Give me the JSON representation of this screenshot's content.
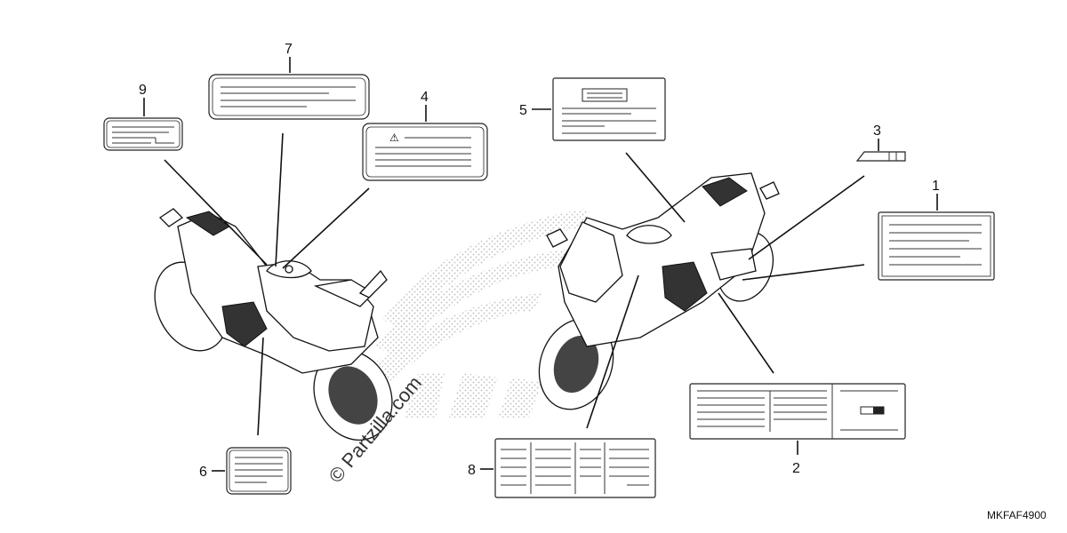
{
  "diagram": {
    "callouts": [
      "1",
      "2",
      "3",
      "4",
      "5",
      "6",
      "7",
      "8",
      "9"
    ],
    "diagram_code": "MKFAF4900",
    "watermark": "© Partzilla.com",
    "warning_symbol": "⚠"
  }
}
